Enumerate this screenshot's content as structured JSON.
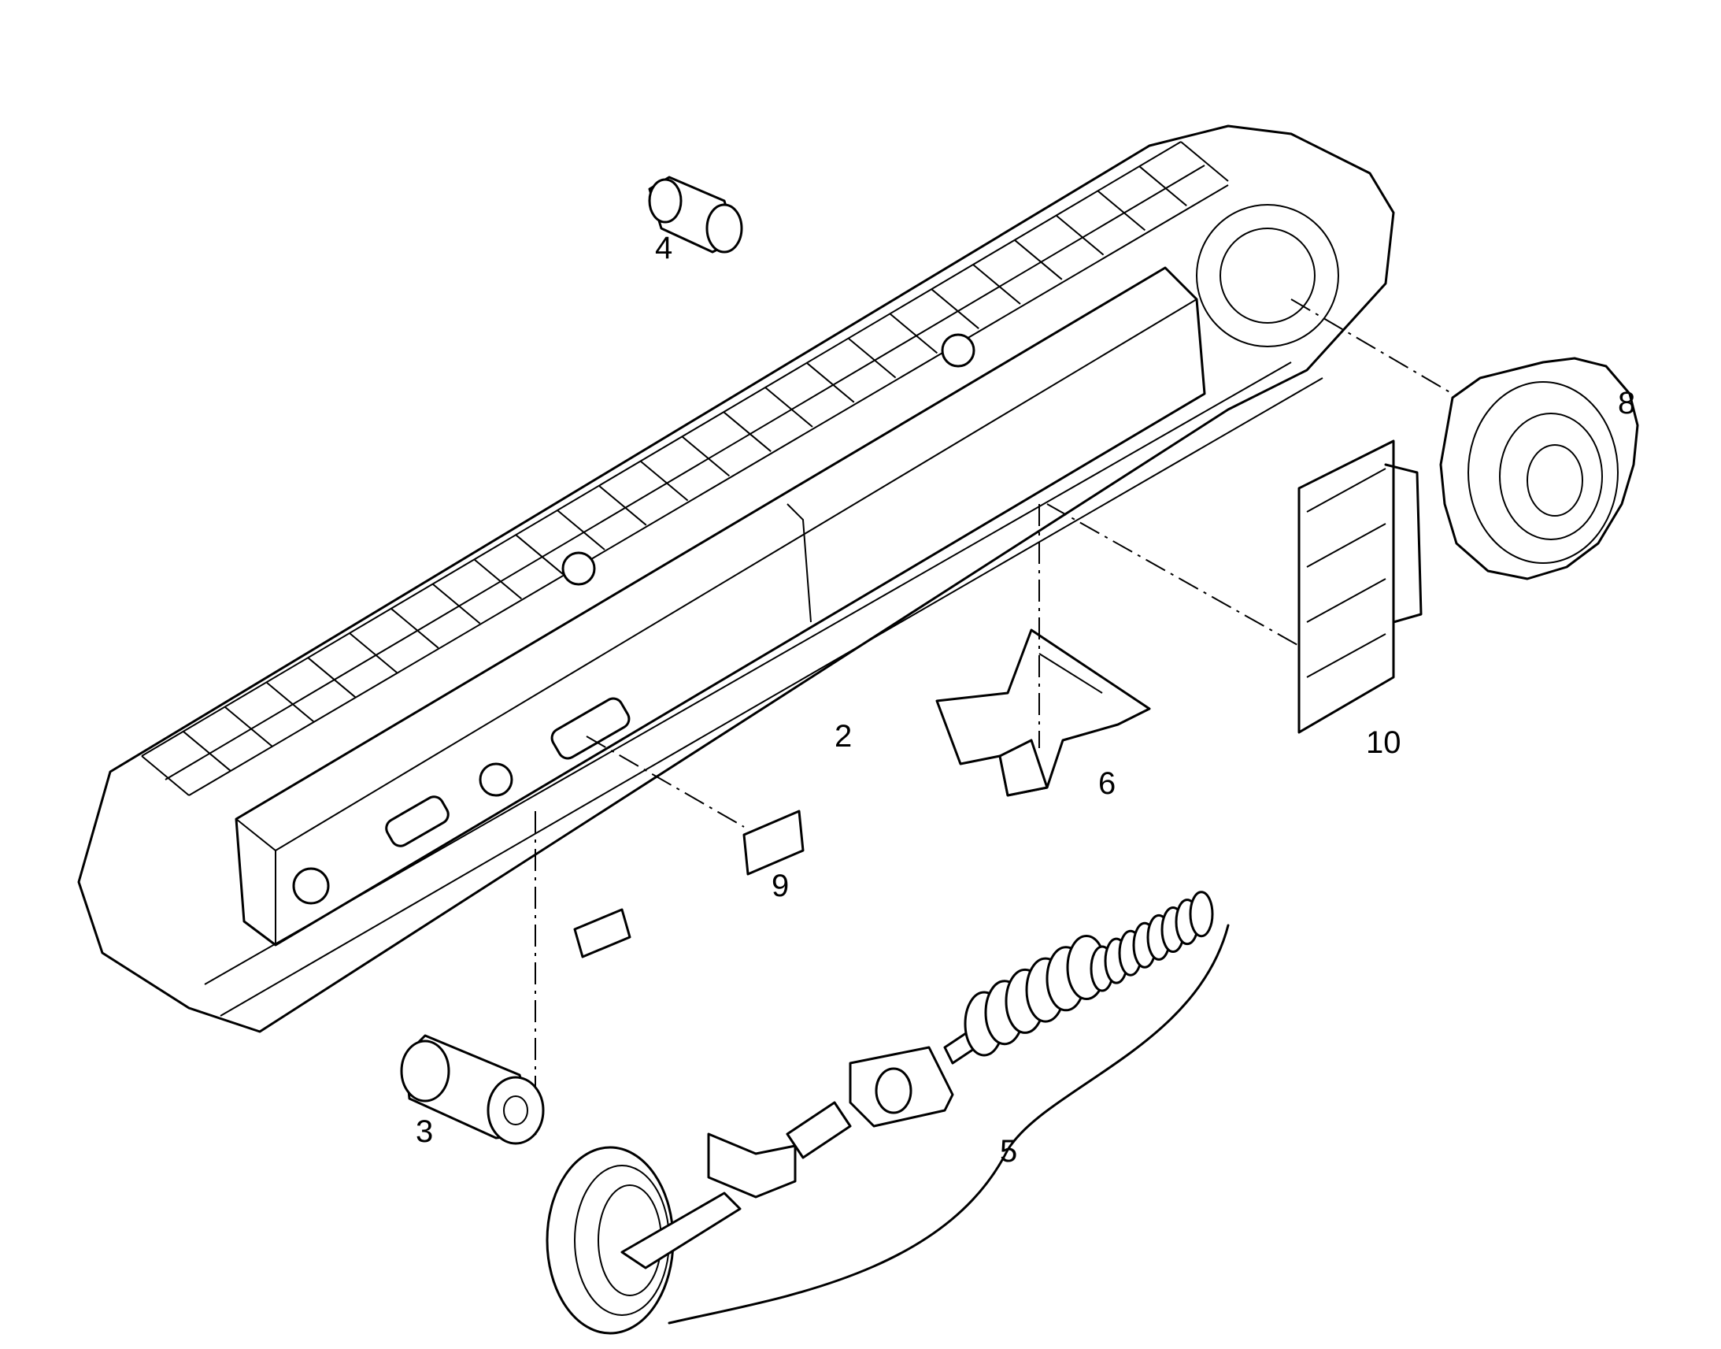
{
  "callouts": {
    "c2": "2",
    "c3": "3",
    "c4": "4",
    "c5": "5",
    "c6": "6",
    "c8": "8",
    "c9": "9",
    "c10": "10"
  },
  "colors": {
    "line": "#000000",
    "background": "#ffffff"
  }
}
